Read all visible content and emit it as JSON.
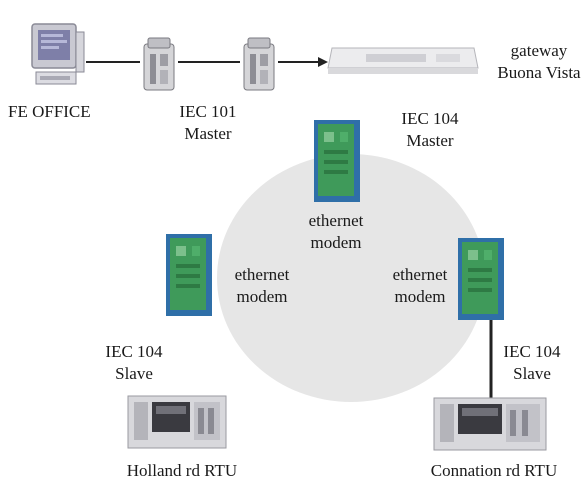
{
  "nodes": {
    "fe_office": {
      "label": "FE OFFICE"
    },
    "iec101_master": {
      "line1": "IEC 101",
      "line2": "Master"
    },
    "gateway": {
      "line1": "gateway",
      "line2": "Buona Vista"
    },
    "iec104_master": {
      "line1": "IEC 104",
      "line2": "Master"
    },
    "modem_top": {
      "line1": "ethernet",
      "line2": "modem"
    },
    "modem_left": {
      "line1": "ethernet",
      "line2": "modem"
    },
    "modem_right": {
      "line1": "ethernet",
      "line2": "modem"
    },
    "iec104_slave_left": {
      "line1": "IEC 104",
      "line2": "Slave"
    },
    "iec104_slave_right": {
      "line1": "IEC 104",
      "line2": "Slave"
    },
    "holland_rtu": {
      "label": "Holland rd RTU"
    },
    "connation_rtu": {
      "label": "Connation rd RTU"
    }
  },
  "colors": {
    "ring": "#e6e6e6",
    "modem_green": "#3f9a5a",
    "modem_blue": "#2f6fa8",
    "wire": "#222222"
  },
  "icons": {
    "fe_office": "computer-icon",
    "converter": "serial-converter-icon",
    "gateway": "gateway-device-icon",
    "modem": "ethernet-modem-icon",
    "rtu": "rtu-cabinet-icon"
  }
}
